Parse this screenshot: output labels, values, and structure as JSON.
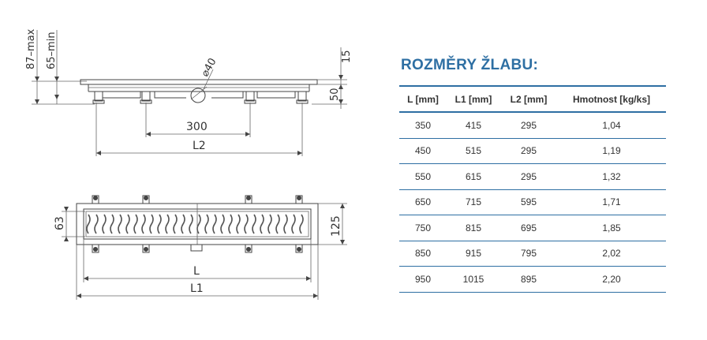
{
  "drawing": {
    "dim_87_max": "87–max",
    "dim_65_min": "65–min",
    "dim_40": "⌀40",
    "dim_15": "15",
    "dim_50": "50",
    "dim_300": "300",
    "dim_L2": "L2",
    "dim_63": "63",
    "dim_125": "125",
    "dim_L": "L",
    "dim_L1": "L1"
  },
  "table": {
    "title": "ROZMĚRY ŽLABU:",
    "headers": [
      "L [mm]",
      "L1 [mm]",
      "L2 [mm]",
      "Hmotnost [kg/ks]"
    ],
    "rows": [
      [
        "350",
        "415",
        "295",
        "1,04"
      ],
      [
        "450",
        "515",
        "295",
        "1,19"
      ],
      [
        "550",
        "615",
        "295",
        "1,32"
      ],
      [
        "650",
        "715",
        "595",
        "1,71"
      ],
      [
        "750",
        "815",
        "695",
        "1,85"
      ],
      [
        "850",
        "915",
        "795",
        "2,02"
      ],
      [
        "950",
        "1015",
        "895",
        "2,20"
      ]
    ],
    "accent_color": "#2e6fa3"
  }
}
